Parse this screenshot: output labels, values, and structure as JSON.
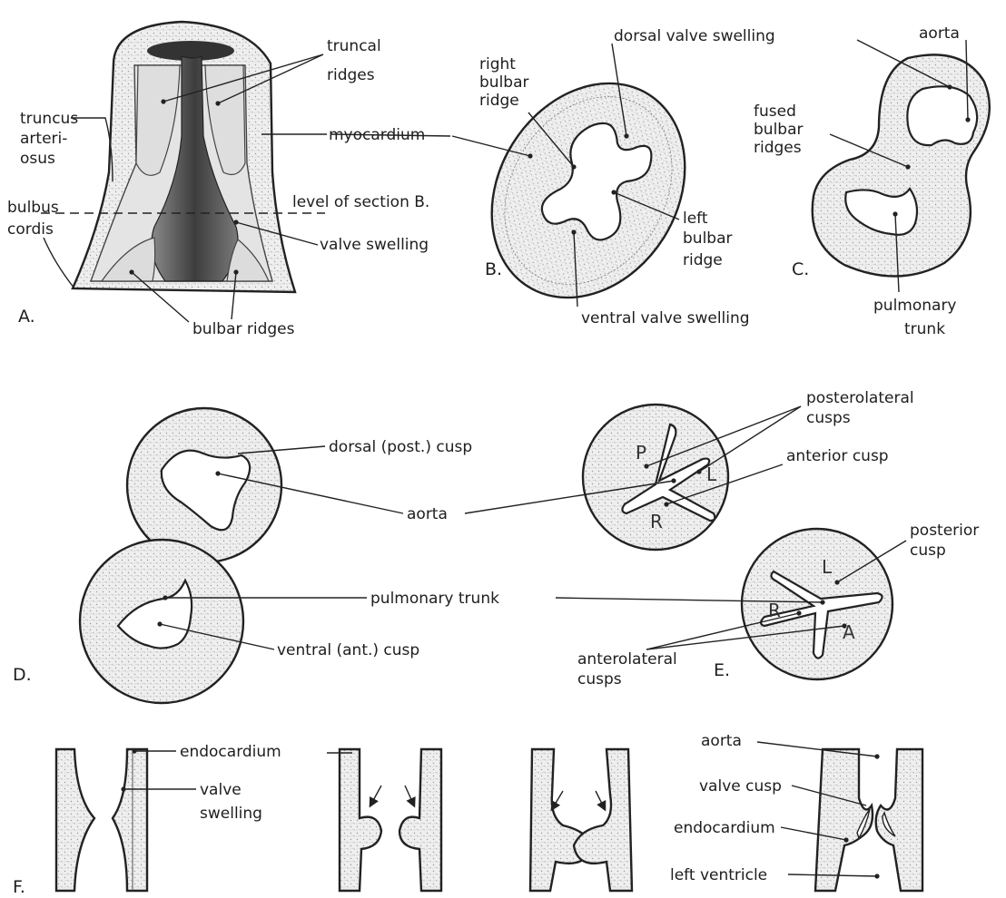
{
  "colors": {
    "ink": "#1e1e1e",
    "stipple": "#d9d9d9",
    "lumen": "#ffffff",
    "dark_lumen": "#555555"
  },
  "panels": {
    "a": "A.",
    "b": "B.",
    "c": "C.",
    "d": "D.",
    "e": "E.",
    "f": "F."
  },
  "a": {
    "truncus_arteriosus": [
      "truncus",
      "arteri-",
      "osus"
    ],
    "bulbus_cordis": [
      "bulbus",
      "cordis"
    ],
    "truncal_ridges": [
      "truncal",
      "ridges"
    ],
    "myocardium": "myocardium",
    "level_of_section": "level of section B.",
    "valve_swelling": "valve swelling",
    "bulbar_ridges": "bulbar ridges"
  },
  "b": {
    "right_bulbar_ridge": [
      "right",
      "bulbar",
      "ridge"
    ],
    "dorsal_valve_swelling": "dorsal valve swelling",
    "left_bulbar_ridge": [
      "left",
      "bulbar",
      "ridge"
    ],
    "ventral_valve_swelling": "ventral valve swelling"
  },
  "c": {
    "aorta": "aorta",
    "fused_bulbar_ridges": [
      "fused",
      "bulbar",
      "ridges"
    ],
    "pulmonary_trunk": [
      "pulmonary",
      "trunk"
    ]
  },
  "d": {
    "dorsal_cusp": "dorsal (post.) cusp",
    "aorta": "aorta",
    "pulmonary_trunk": "pulmonary trunk",
    "ventral_cusp": "ventral (ant.) cusp"
  },
  "e": {
    "posterolateral_cusps": [
      "posterolateral",
      "cusps"
    ],
    "anterior_cusp": "anterior cusp",
    "posterior_cusp": [
      "posterior",
      "cusp"
    ],
    "anterolateral_cusps": [
      "anterolateral",
      "cusps"
    ],
    "upper_letters": {
      "p": "P",
      "l": "L",
      "r": "R"
    },
    "lower_letters": {
      "l": "L",
      "r": "R",
      "a": "A"
    }
  },
  "f": {
    "endocardium": "endocardium",
    "valve_swelling": [
      "valve",
      "swelling"
    ],
    "aorta": "aorta",
    "valve_cusp": "valve cusp",
    "endocardium_2": "endocardium",
    "left_ventricle": "left ventricle"
  }
}
